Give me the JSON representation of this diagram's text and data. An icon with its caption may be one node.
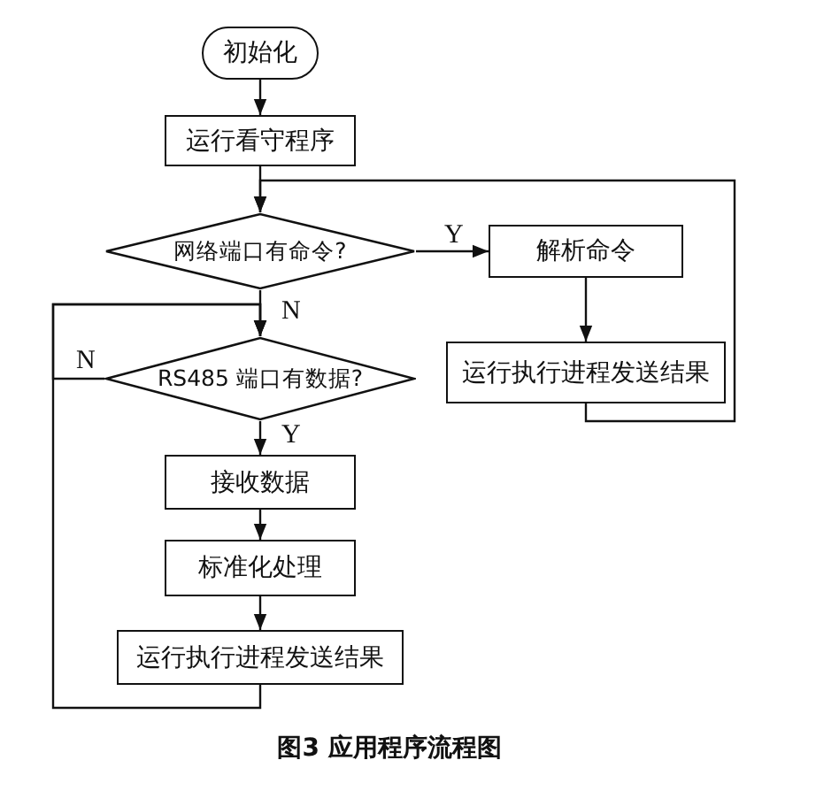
{
  "diagram": {
    "caption": "图3 应用程序流程图",
    "nodes": [
      {
        "text": [
          "初始化"
        ]
      },
      {
        "text": [
          "运行看守程序"
        ]
      },
      {
        "text": [
          "网络端口有命令?"
        ]
      },
      {
        "text": [
          "解析命令"
        ]
      },
      {
        "text": [
          "运行执行进程发送结果"
        ]
      },
      {
        "text": [
          "RS485 端口有数据?"
        ]
      },
      {
        "text": [
          "接收数据"
        ]
      },
      {
        "text": [
          "标准化处理"
        ]
      },
      {
        "text": [
          "运行执行进程发送结果"
        ]
      }
    ],
    "edges": [
      {
        "from": 0,
        "to": 1,
        "arrow": "to"
      },
      {
        "from": 1,
        "to": 2,
        "arrow": "to"
      },
      {
        "from": 2,
        "to": 3,
        "arrow": "to",
        "label": "Y"
      },
      {
        "from": 3,
        "to": 4,
        "arrow": "to"
      },
      {
        "from": 4,
        "to": 2,
        "arrow": "to"
      },
      {
        "from": 2,
        "to": 5,
        "arrow": "to",
        "label": "N"
      },
      {
        "from": 5,
        "to": 6,
        "arrow": "to",
        "label": "Y"
      },
      {
        "from": 6,
        "to": 7,
        "arrow": "to"
      },
      {
        "from": 7,
        "to": 8,
        "arrow": "to"
      },
      {
        "from": 8,
        "to": 5,
        "arrow": "to"
      },
      {
        "from": 5,
        "to": 5,
        "arrow": "to",
        "label": "N"
      }
    ]
  }
}
